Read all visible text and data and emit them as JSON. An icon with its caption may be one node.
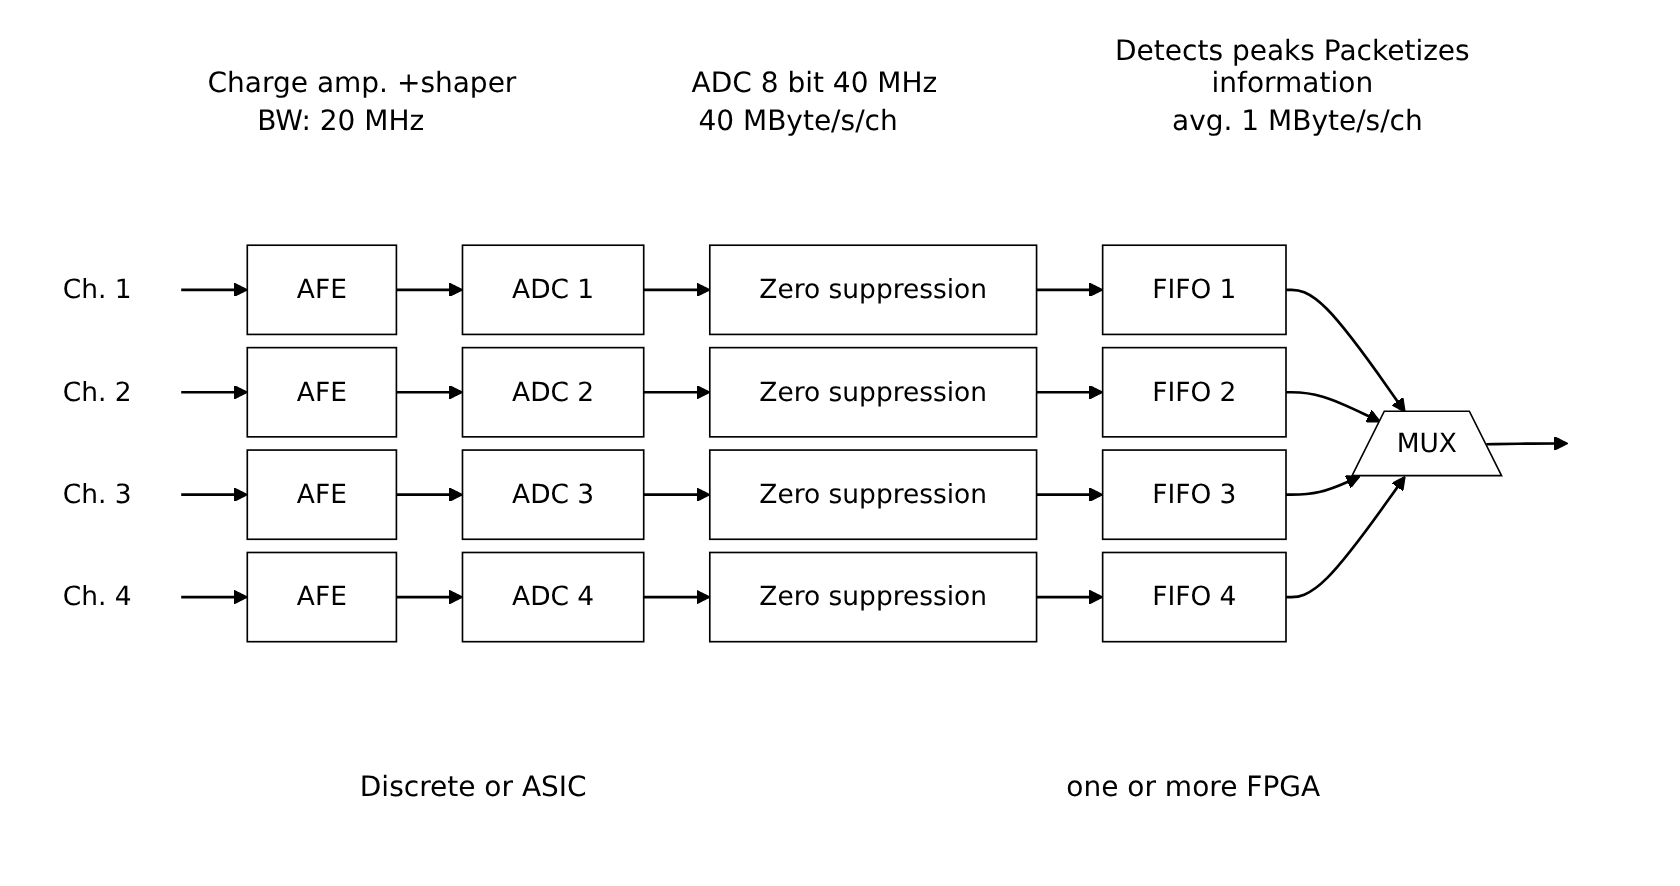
{
  "diagram": {
    "nodes": [
      {
        "text": [
          "Ch. 1"
        ]
      },
      {
        "text": [
          "AFE"
        ]
      },
      {
        "text": [
          "ADC 1"
        ]
      },
      {
        "text": [
          "Zero suppression"
        ]
      },
      {
        "text": [
          "FIFO 1"
        ]
      },
      {
        "text": [
          "Ch. 2"
        ]
      },
      {
        "text": [
          "AFE"
        ]
      },
      {
        "text": [
          "ADC 2"
        ]
      },
      {
        "text": [
          "Zero suppression"
        ]
      },
      {
        "text": [
          "FIFO 2"
        ]
      },
      {
        "text": [
          "Ch. 3"
        ]
      },
      {
        "text": [
          "AFE"
        ]
      },
      {
        "text": [
          "ADC 3"
        ]
      },
      {
        "text": [
          "Zero suppression"
        ]
      },
      {
        "text": [
          "FIFO 3"
        ]
      },
      {
        "text": [
          "Ch. 4"
        ]
      },
      {
        "text": [
          "AFE"
        ]
      },
      {
        "text": [
          "ADC 4"
        ]
      },
      {
        "text": [
          "Zero suppression"
        ]
      },
      {
        "text": [
          "FIFO 4"
        ]
      },
      {
        "text": [
          "MUX"
        ]
      }
    ],
    "edges": [
      {
        "from": 0,
        "to": 1,
        "arrow": "to"
      },
      {
        "from": 1,
        "to": 2,
        "arrow": "to"
      },
      {
        "from": 2,
        "to": 3,
        "arrow": "to"
      },
      {
        "from": 3,
        "to": 4,
        "arrow": "to"
      },
      {
        "from": 4,
        "to": 20,
        "arrow": "to"
      },
      {
        "from": 5,
        "to": 6,
        "arrow": "to"
      },
      {
        "from": 6,
        "to": 7,
        "arrow": "to"
      },
      {
        "from": 7,
        "to": 8,
        "arrow": "to"
      },
      {
        "from": 8,
        "to": 9,
        "arrow": "to"
      },
      {
        "from": 9,
        "to": 20,
        "arrow": "to"
      },
      {
        "from": 10,
        "to": 11,
        "arrow": "to"
      },
      {
        "from": 11,
        "to": 12,
        "arrow": "to"
      },
      {
        "from": 12,
        "to": 13,
        "arrow": "to"
      },
      {
        "from": 13,
        "to": 14,
        "arrow": "to"
      },
      {
        "from": 14,
        "to": 20,
        "arrow": "to"
      },
      {
        "from": 15,
        "to": 16,
        "arrow": "to"
      },
      {
        "from": 16,
        "to": 17,
        "arrow": "to"
      },
      {
        "from": 17,
        "to": 18,
        "arrow": "to"
      },
      {
        "from": 18,
        "to": 19,
        "arrow": "to"
      },
      {
        "from": 19,
        "to": 20,
        "arrow": "to"
      },
      {
        "from": 20,
        "to": null,
        "arrow": "to"
      }
    ],
    "labels": [
      "Charge amp. +shaper",
      "ADC 8 bit 40 MHz",
      "Detects peaks Packetizes information",
      "BW: 20 MHz",
      "40 MByte/s/ch",
      "avg. 1 MByte/s/ch",
      "Discrete or ASIC",
      "one or more FPGA"
    ]
  }
}
